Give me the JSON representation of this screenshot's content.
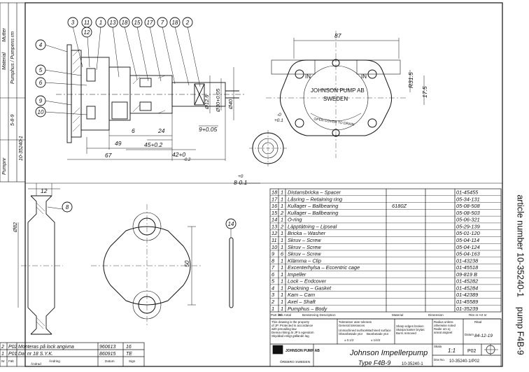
{
  "side_caption": {
    "article_label": "article number",
    "article_number": "10-35240-1",
    "pump_name": "pump F4B-9"
  },
  "balloons": [
    "3",
    "11",
    "1",
    "13",
    "18",
    "15",
    "17",
    "7",
    "18",
    "2",
    "12",
    "4",
    "5",
    "6",
    "9",
    "10",
    "8",
    "14"
  ],
  "dimensions": {
    "d87": "87",
    "d49": "49",
    "d67": "67",
    "d6": "6",
    "d24": "24",
    "d45": "45+0.2",
    "d42": "42+0",
    "d42b": "-0.2",
    "ddia12": "Ø12.6",
    "ddia30": "Ø30+0.05",
    "ddia40": "Ø40",
    "d9": "9+0.05",
    "dr31": "R31.5",
    "d175": "17.5",
    "dtol1": "-0",
    "dtol2": "+0.1",
    "d8a": "+0",
    "d8b": "8-0.1",
    "d12": "12",
    "ddia82": "Ø82",
    "d50": "50"
  },
  "pump_face": {
    "in_left": "IN",
    "in_right": "IN",
    "line1": "JOHNSON PUMP AB",
    "line2": "SWEDEN",
    "arc": "OPEN COVER TO DRAIN"
  },
  "side_notes": [
    "Material",
    "Mutter",
    "Pumphus / Pumpens rm",
    "5-8-9",
    "10-35240-1",
    "Pumpnr"
  ],
  "parts": [
    {
      "pos": "18",
      "qty": "1",
      "name": "Distansbricka – Spacer",
      "spec": "",
      "art": "01-45455"
    },
    {
      "pos": "17",
      "qty": "1",
      "name": "Låsring – Retaining ring",
      "spec": "",
      "art": "05-34-131"
    },
    {
      "pos": "16",
      "qty": "1",
      "name": "Kullager – Ballbearing",
      "spec": "6180Z",
      "art": "05-08-508"
    },
    {
      "pos": "15",
      "qty": "2",
      "name": "Kullager – Ballbearing",
      "spec": "",
      "art": "05-08-503"
    },
    {
      "pos": "14",
      "qty": "1",
      "name": "O-ring",
      "spec": "",
      "art": "05-06-321"
    },
    {
      "pos": "13",
      "qty": "2",
      "name": "Läpptätning – Lipseal",
      "spec": "",
      "art": "05-29-139"
    },
    {
      "pos": "12",
      "qty": "1",
      "name": "Bricka – Washer",
      "spec": "",
      "art": "05-01-120"
    },
    {
      "pos": "11",
      "qty": "1",
      "name": "Skruv – Screw",
      "spec": "",
      "art": "05-04-114"
    },
    {
      "pos": "10",
      "qty": "1",
      "name": "Skruv – Screw",
      "spec": "",
      "art": "05-04-124"
    },
    {
      "pos": "9",
      "qty": "6",
      "name": "Skruv – Screw",
      "spec": "",
      "art": "05-04-163"
    },
    {
      "pos": "8",
      "qty": "1",
      "name": "Klämma – Clip",
      "spec": "",
      "art": "01-43238"
    },
    {
      "pos": "7",
      "qty": "1",
      "name": "Excenterhylsa – Eccentric cage",
      "spec": "",
      "art": "01-45518"
    },
    {
      "pos": "6",
      "qty": "1",
      "name": "Impeller",
      "spec": "",
      "art": "09-819 B"
    },
    {
      "pos": "5",
      "qty": "1",
      "name": "Lock – Endcover",
      "spec": "",
      "art": "01-45282"
    },
    {
      "pos": "4",
      "qty": "1",
      "name": "Packning – Gasket",
      "spec": "",
      "art": "01-45284"
    },
    {
      "pos": "3",
      "qty": "1",
      "name": "Kam – Cam",
      "spec": "",
      "art": "01-42389"
    },
    {
      "pos": "2",
      "qty": "1",
      "name": "Axel – Shaft",
      "spec": "",
      "art": "01-45589"
    },
    {
      "pos": "1",
      "qty": "1",
      "name": "Pumphus – Body",
      "spec": "",
      "art": "01-35239"
    }
  ],
  "parts_header": [
    "Part list",
    "Stk Antal",
    "Benämning Description",
    "Material",
    "Dimension",
    "Ritn nr Art nr"
  ],
  "title_block": {
    "notes": [
      "This drawing is the property",
      "of JP. Protected in accordance",
      "with prevailing law",
      "Denna ritning är JP:s egendom",
      "Skyddad enligt gällande lag"
    ],
    "tolerance": [
      "Toleranser utan tolerans",
      "General tolerances",
      "Unmachined surface",
      "Obearbetade ytor",
      "Machined surface",
      "Bearbetade ytor"
    ],
    "tol_vals": [
      "± 0.1/2",
      "± 1/4/2"
    ],
    "edges": [
      "Sharp edges broken",
      "Skarpa kanter brytas",
      "Burrs removed"
    ],
    "surface": [
      "Radius unless",
      "otherwise noted",
      "Radie om ej",
      "annat angivet"
    ],
    "company": "JOHNSON PUMP AB",
    "city": "ÖREBRO SWEDEN",
    "title": "Johnson Impellerpump",
    "subtitle": "Type F4B-9",
    "drawing_no": "10-35240-1",
    "drawn_label": "Ritad",
    "date_label": "Datum",
    "date": "84-12-19",
    "scale_label": "Skala",
    "scale": "1:1",
    "dwg_label": "Drw No.",
    "dwg_no": "10-35240-1/P02",
    "rev_letter": "P02"
  },
  "revisions": [
    {
      "no": "2",
      "code": "P02",
      "text": "Monteras på lock angivna",
      "ref": "960613",
      "sig": "16"
    },
    {
      "no": "1",
      "code": "P01",
      "text": "Dat nr 18 S.Y.K.",
      "ref": "860915",
      "sig": "TE"
    }
  ],
  "revision_header": [
    "Nr",
    "Fält",
    "Ändring",
    "Ändrad",
    "Datum",
    "Sign"
  ]
}
